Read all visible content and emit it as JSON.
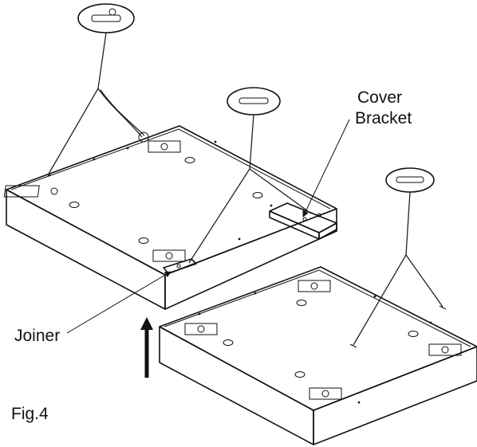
{
  "figure": {
    "caption": "Fig.4",
    "labels": {
      "cover_line1": "Cover",
      "cover_line2": "Bracket",
      "joiner": "Joiner"
    }
  }
}
